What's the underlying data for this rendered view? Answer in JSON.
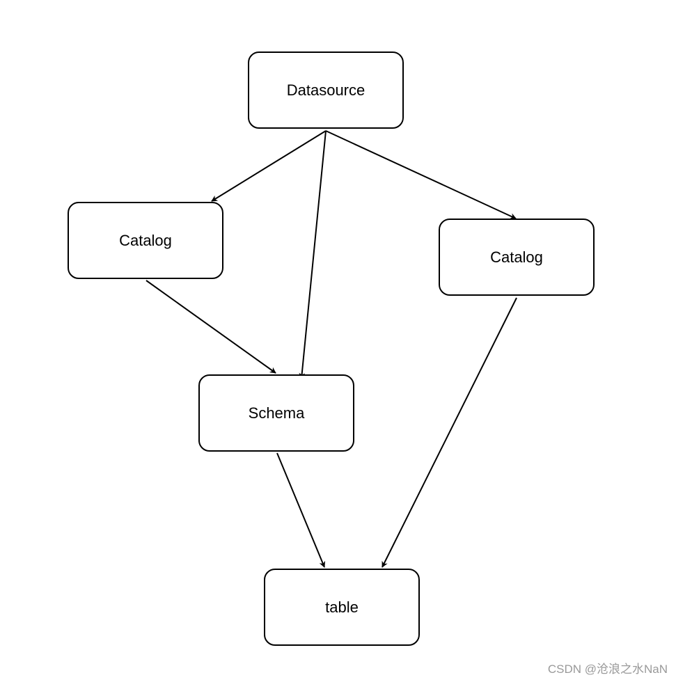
{
  "nodes": {
    "datasource": "Datasource",
    "catalog_left": "Catalog",
    "catalog_right": "Catalog",
    "schema": "Schema",
    "table": "table"
  },
  "watermark": "CSDN @沧浪之水NaN",
  "colors": {
    "stroke": "#000000",
    "background": "#ffffff",
    "watermark": "#999999"
  }
}
